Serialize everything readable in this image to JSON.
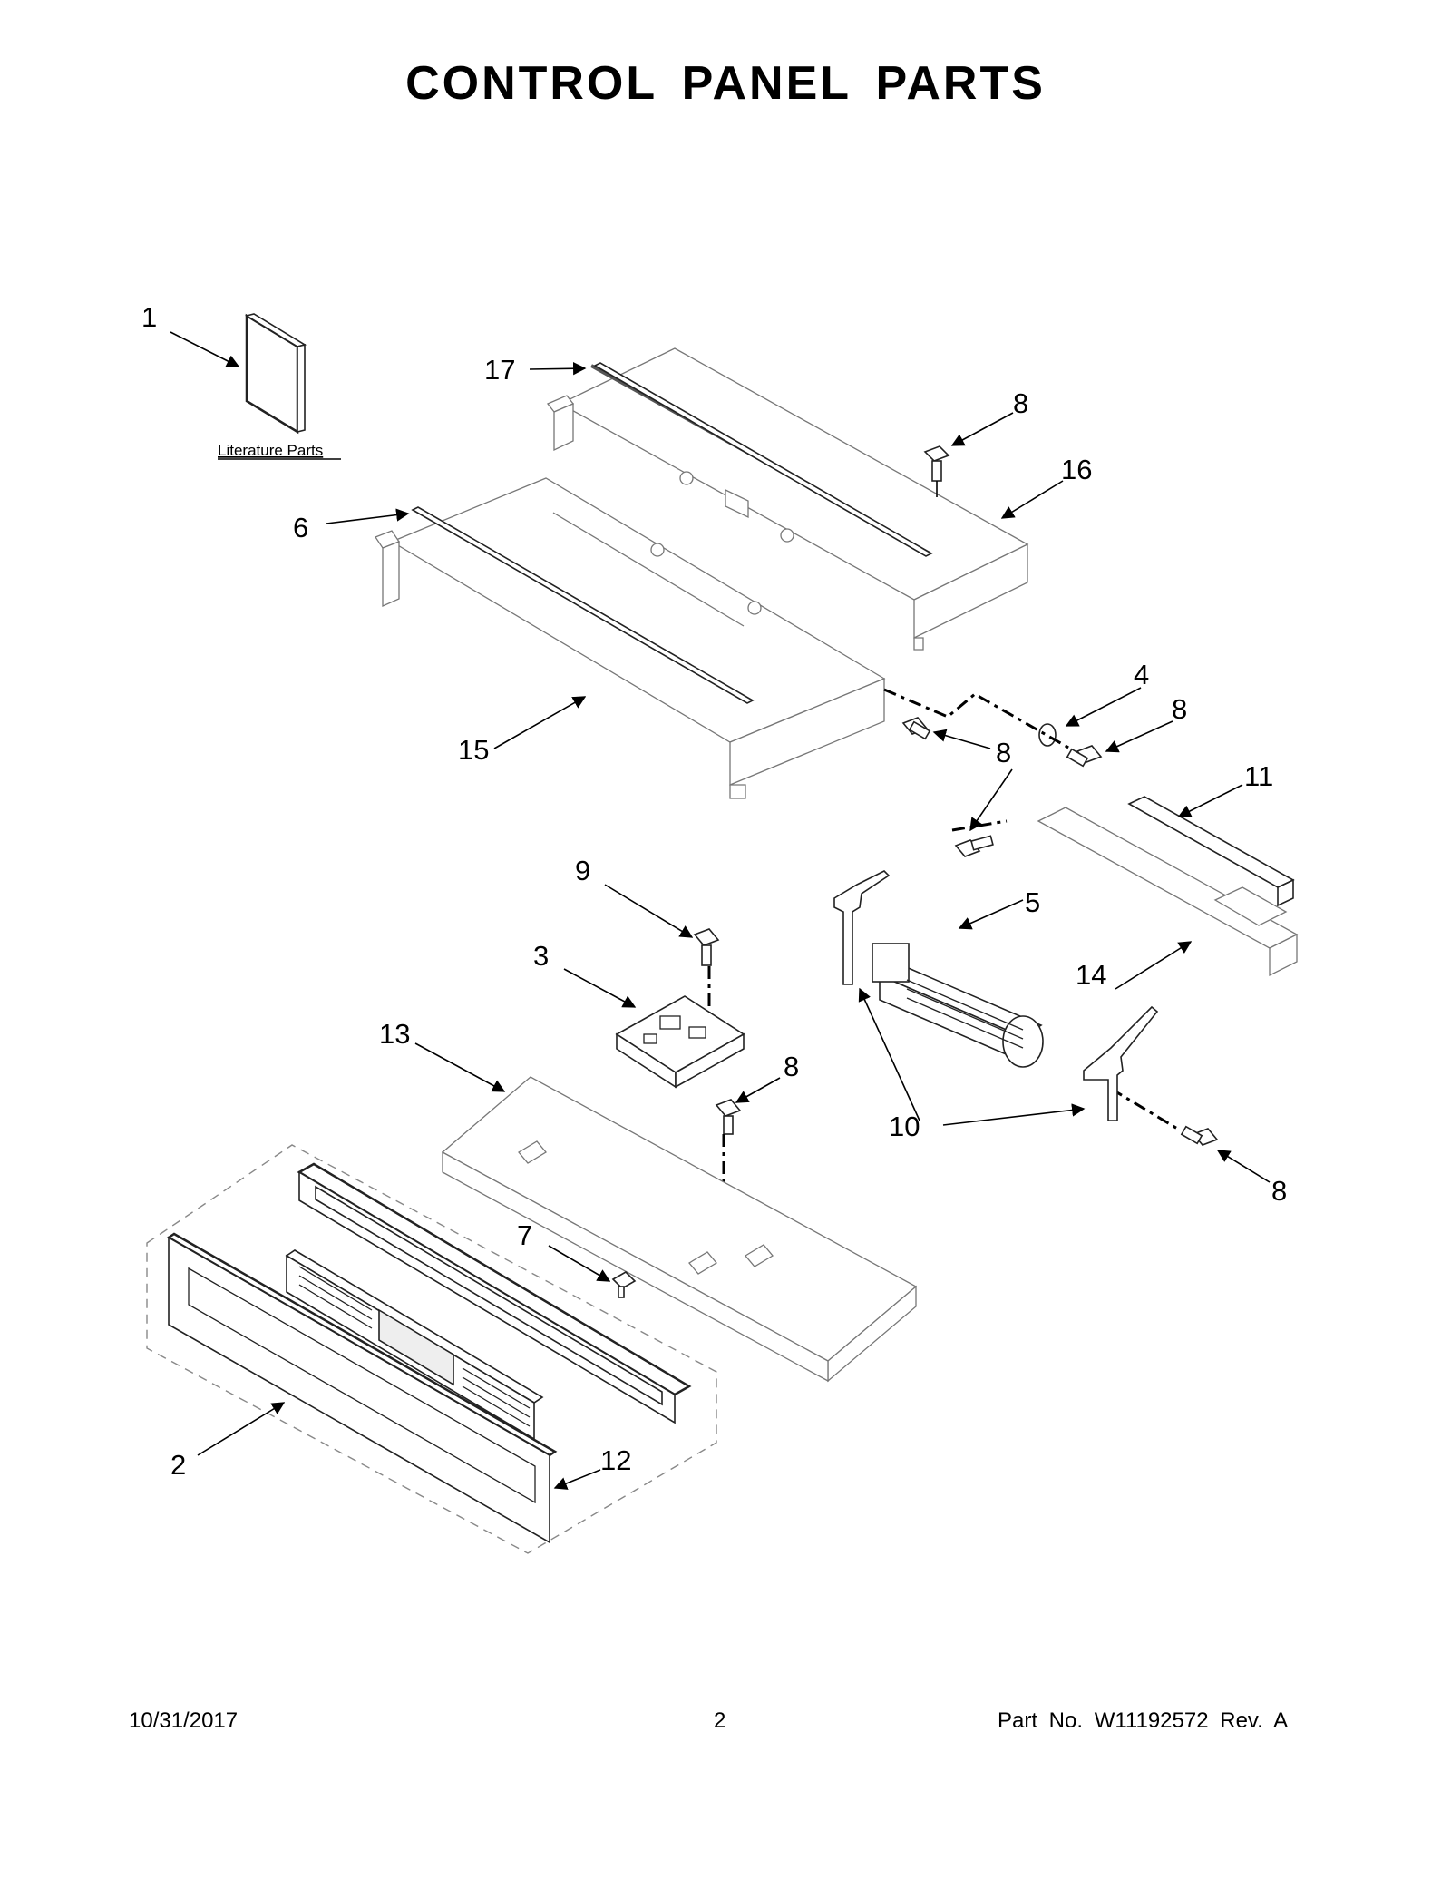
{
  "page_title": "CONTROL PANEL PARTS",
  "literature_label": "Literature Parts",
  "callouts": {
    "c1": "1",
    "c17": "17",
    "c8a": "8",
    "c16": "16",
    "c6": "6",
    "c4": "4",
    "c8b": "8",
    "c8c": "8",
    "c15": "15",
    "c11": "11",
    "c9": "9",
    "c5": "5",
    "c3": "3",
    "c14": "14",
    "c13": "13",
    "c8d": "8",
    "c10": "10",
    "c8e": "8",
    "c7": "7",
    "c2": "2",
    "c12": "12"
  },
  "footer": {
    "date": "10/31/2017",
    "page": "2",
    "part_no": "Part No.  W11192572  Rev.  A"
  }
}
